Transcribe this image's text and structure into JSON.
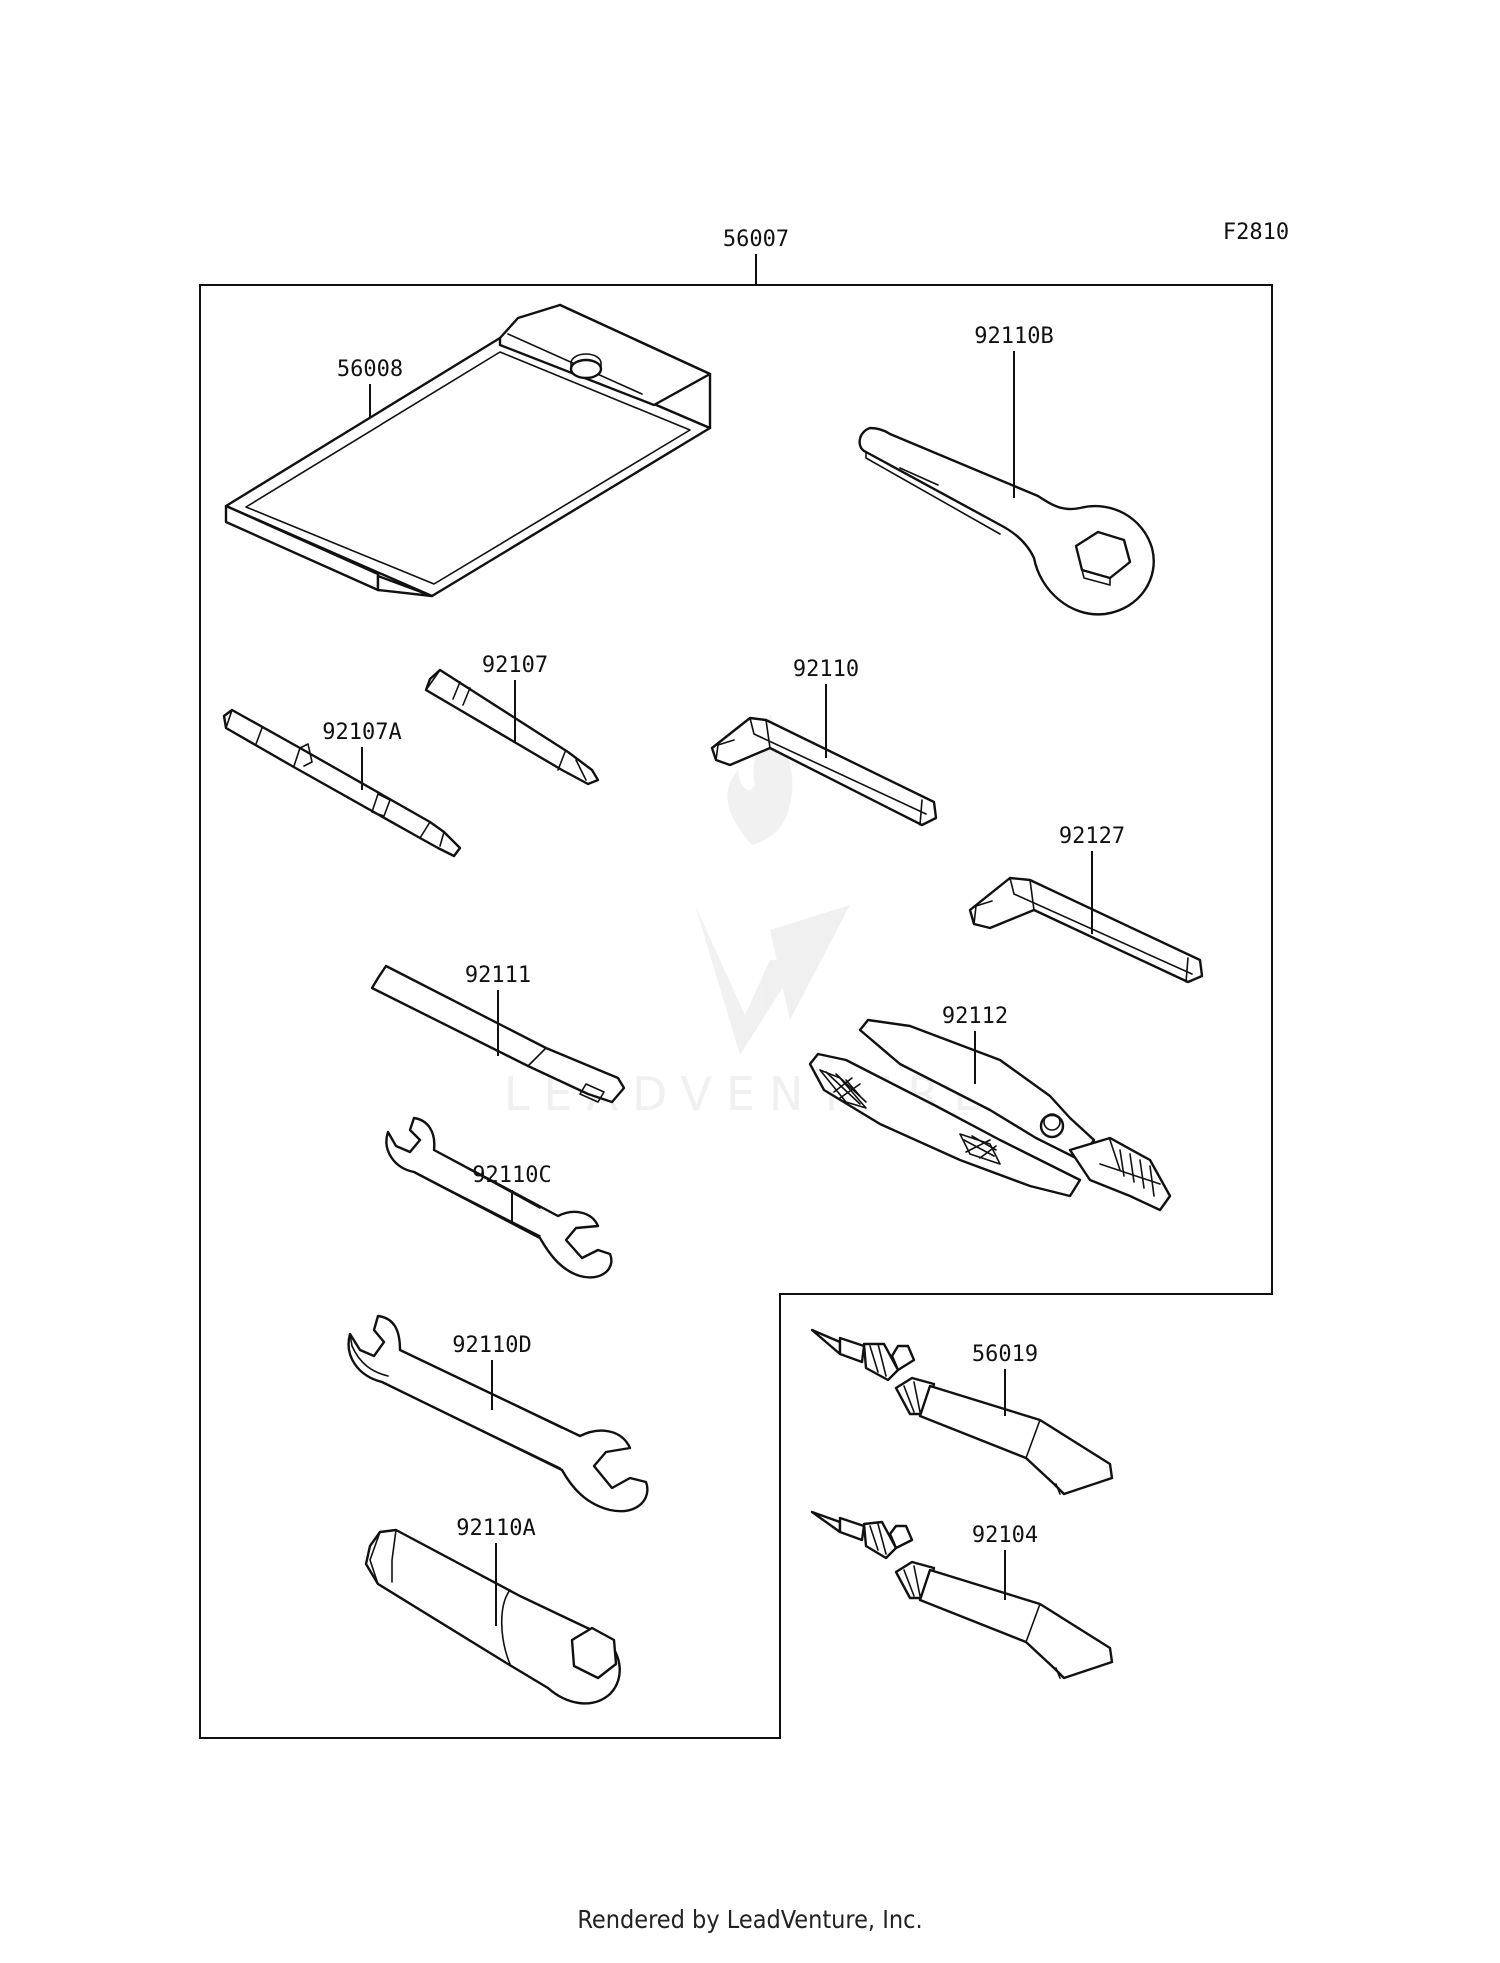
{
  "figure_code": "F2810",
  "assembly_label": "56007",
  "parts": {
    "p56008": "56008",
    "p92110B": "92110B",
    "p92107": "92107",
    "p92107A": "92107A",
    "p92110": "92110",
    "p92127": "92127",
    "p92111": "92111",
    "p92112": "92112",
    "p92110C": "92110C",
    "p92110D": "92110D",
    "p92110A": "92110A",
    "p56019": "56019",
    "p92104": "92104"
  },
  "watermark": "LEADVENTURE",
  "footer_credit": "Rendered by LeadVenture, Inc."
}
